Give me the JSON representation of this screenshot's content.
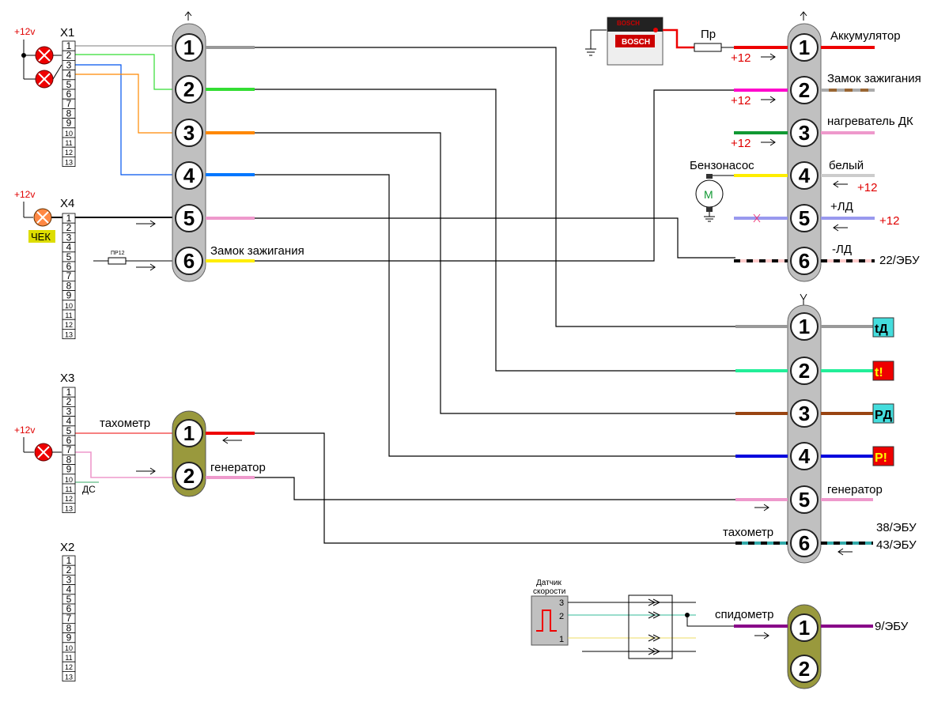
{
  "supply_label": "+12v",
  "blocks": {
    "x1": {
      "title": "X1",
      "pins": [
        "1",
        "2",
        "3",
        "4",
        "5",
        "6",
        "7",
        "8",
        "9",
        "10",
        "11",
        "12",
        "13"
      ]
    },
    "x4": {
      "title": "X4",
      "pins": [
        "1",
        "2",
        "3",
        "4",
        "5",
        "6",
        "7",
        "8",
        "9",
        "10",
        "11",
        "12",
        "13"
      ],
      "lamp_label": "ЧЕК",
      "fuse_label": "ПР12"
    },
    "x3": {
      "title": "X3",
      "pins": [
        "1",
        "2",
        "3",
        "4",
        "5",
        "6",
        "7",
        "8",
        "9",
        "10",
        "11",
        "12",
        "13"
      ],
      "ds_label": "ДС"
    },
    "x2": {
      "title": "X2",
      "pins": [
        "1",
        "2",
        "3",
        "4",
        "5",
        "6",
        "7",
        "8",
        "9",
        "10",
        "11",
        "12",
        "13"
      ]
    }
  },
  "connectors": {
    "left6": {
      "pins": [
        "1",
        "2",
        "3",
        "4",
        "5",
        "6"
      ],
      "pin6_label": "Замок зажигания"
    },
    "gauge": {
      "pins": [
        "1",
        "2"
      ],
      "label1": "тахометр",
      "label2": "генератор"
    },
    "top_right": {
      "pins": [
        "1",
        "2",
        "3",
        "4",
        "5",
        "6"
      ],
      "labels": [
        "Аккумулятор",
        "Замок зажигания",
        "нагреватель ДК",
        "белый",
        "+ЛД",
        "-ЛД"
      ],
      "plus12": "+12",
      "fuse_label": "Пр",
      "battery_brand": "BOSCH",
      "pump_label": "Бензонасос",
      "motor_letter": "M",
      "ecu_22": "22/ЭБУ"
    },
    "bottom_right": {
      "pins": [
        "1",
        "2",
        "3",
        "4",
        "5",
        "6"
      ],
      "label5": "генератор",
      "label6": "тахометр",
      "ecu_38": "38/ЭБУ",
      "ecu_43": "43/ЭБУ",
      "icons": [
        "tД",
        "t!",
        "PД",
        "P!"
      ]
    },
    "speedo": {
      "pins": [
        "1",
        "2"
      ],
      "label": "спидометр",
      "ecu_9": "9/ЭБУ",
      "sensor_title_1": "Датчик",
      "sensor_title_2": "скорости",
      "sensor_pins": [
        "3",
        "2",
        "1"
      ]
    }
  },
  "colors": {
    "gray": "#999999",
    "green": "#33dd33",
    "orange": "#ff8800",
    "blue": "#0077ff",
    "pink": "#ee99cc",
    "yellow": "#ffee00",
    "red": "#ee0000",
    "magenta": "#ff00cc",
    "darkgreen": "#119933",
    "lightgray": "#cccccc",
    "lavender": "#9999ee",
    "mint": "#22ee99",
    "brown": "#994411",
    "navy": "#0000dd",
    "purple": "#880088",
    "olive": "#99993d",
    "connector_gray": "#c0c0c0"
  }
}
